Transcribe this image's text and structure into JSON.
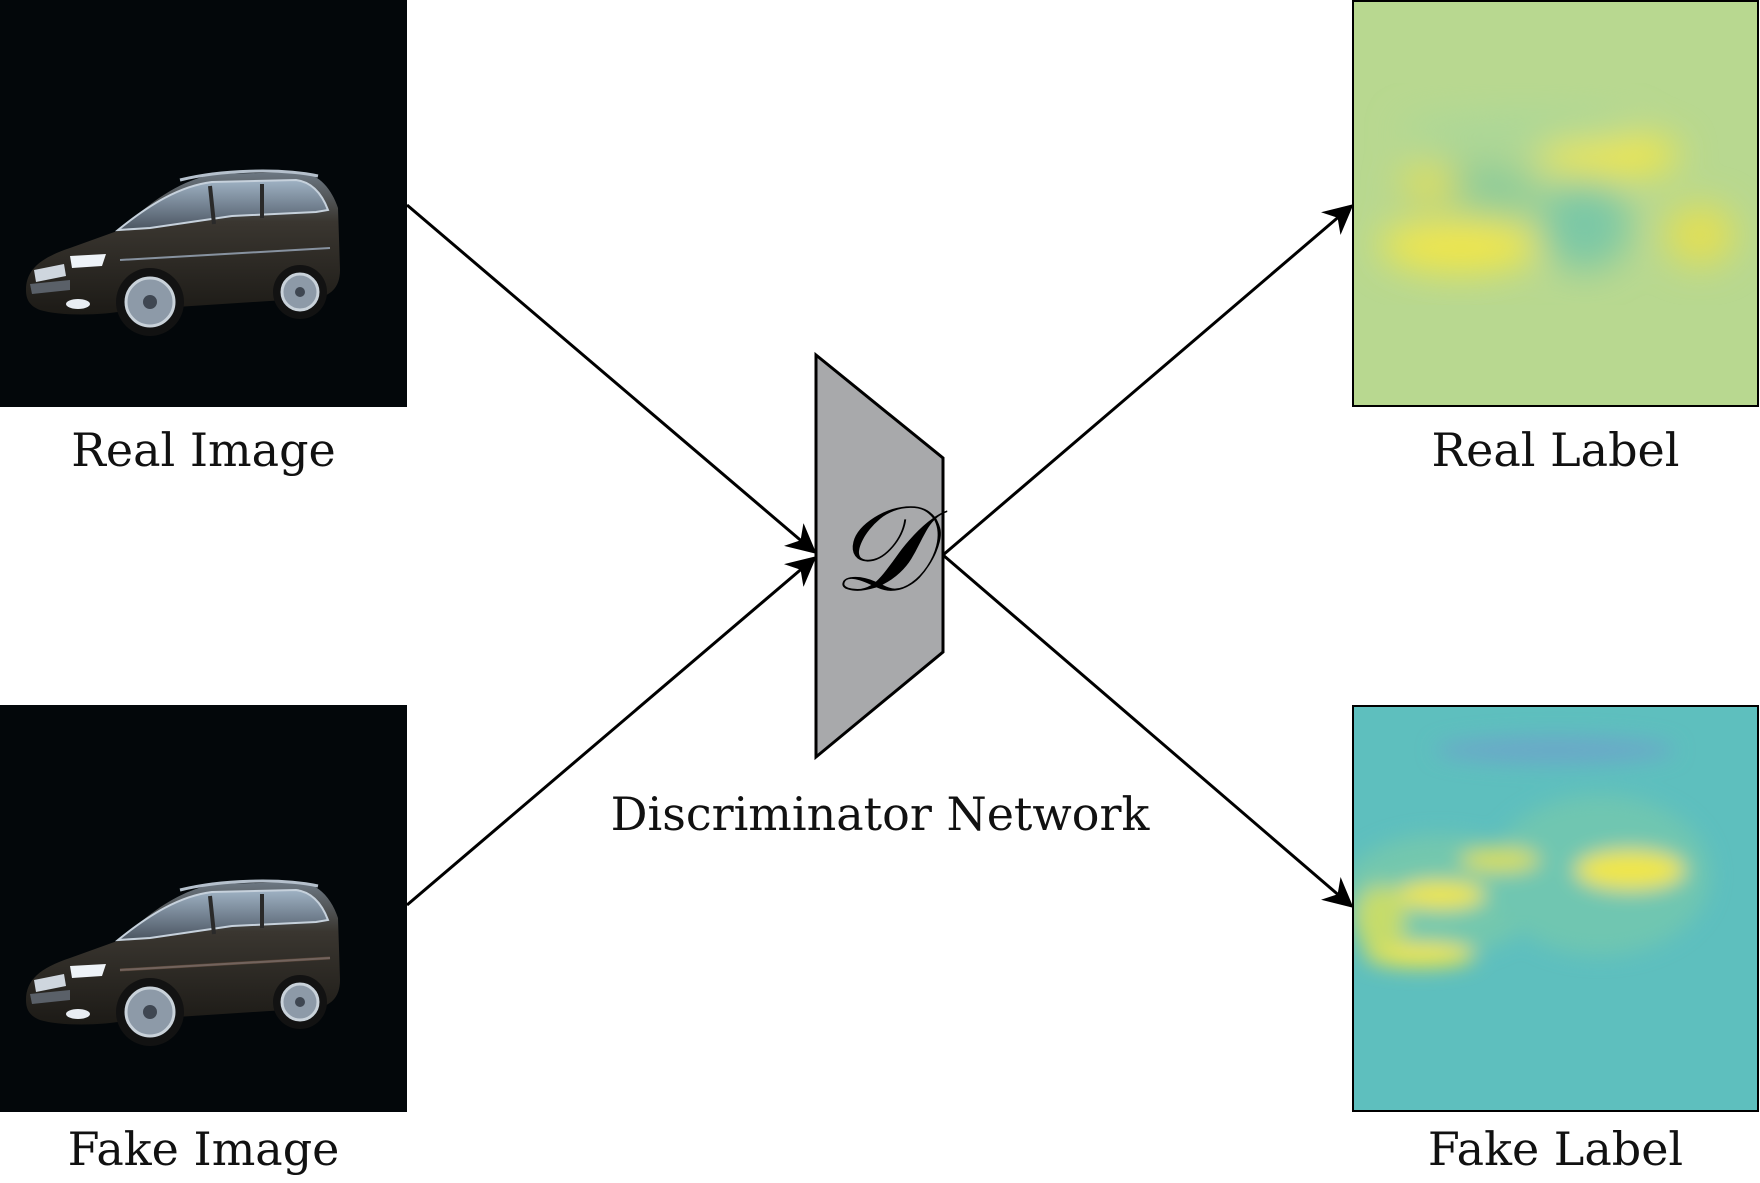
{
  "real_image": {
    "caption": "Real Image"
  },
  "fake_image": {
    "caption": "Fake Image"
  },
  "discriminator": {
    "symbol": "𝒟",
    "caption": "Discriminator Network"
  },
  "real_label": {
    "caption": "Real Label"
  },
  "fake_label": {
    "caption": "Fake Label"
  },
  "colors": {
    "image_background": "#03070a",
    "discriminator_fill": "#a8a9ab",
    "real_label_base": "#b8d890",
    "fake_label_base": "#5ebfbe",
    "heatmap_yellow": "#f0e64a",
    "arrow": "#000000"
  }
}
